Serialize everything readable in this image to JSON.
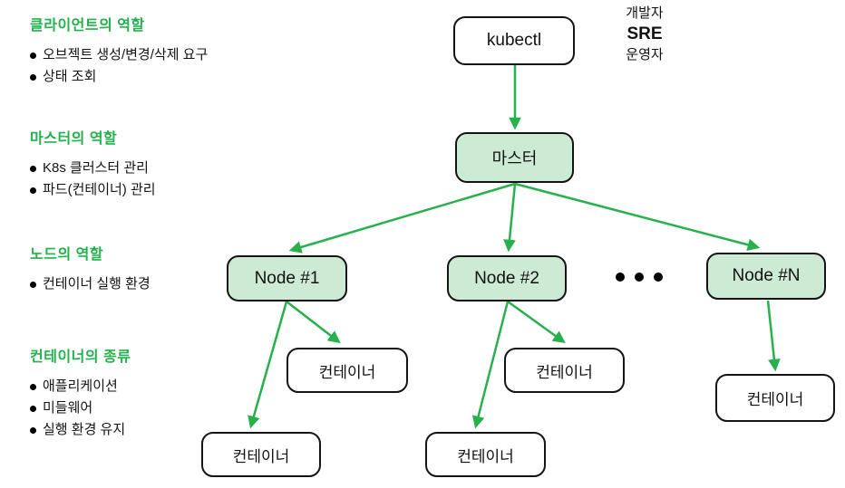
{
  "colors": {
    "accent_green": "#22b14c",
    "arrow_green": "#27b04c",
    "box_fill_green": "#cdebd4",
    "box_border": "#141414",
    "background": "#ffffff"
  },
  "left_panel": {
    "sections": [
      {
        "title": "클라이언트의 역할",
        "items": [
          "오브젝트 생성/변경/삭제 요구",
          "상태 조회"
        ]
      },
      {
        "title": "마스터의 역할",
        "items": [
          "K8s 클러스터 관리",
          "파드(컨테이너) 관리"
        ]
      },
      {
        "title": "노드의 역할",
        "items": [
          "컨테이너 실행 환경"
        ]
      },
      {
        "title": "컨테이너의 종류",
        "items": [
          "애플리케이션",
          "미들웨어",
          "실행 환경 유지"
        ]
      }
    ]
  },
  "actors": {
    "developer": "개발자",
    "sre": "SRE",
    "operator": "운영자"
  },
  "boxes": {
    "kubectl": "kubectl",
    "master": "마스터",
    "node1": "Node #1",
    "node2": "Node #2",
    "nodeN": "Node #N",
    "container": "컨테이너"
  }
}
